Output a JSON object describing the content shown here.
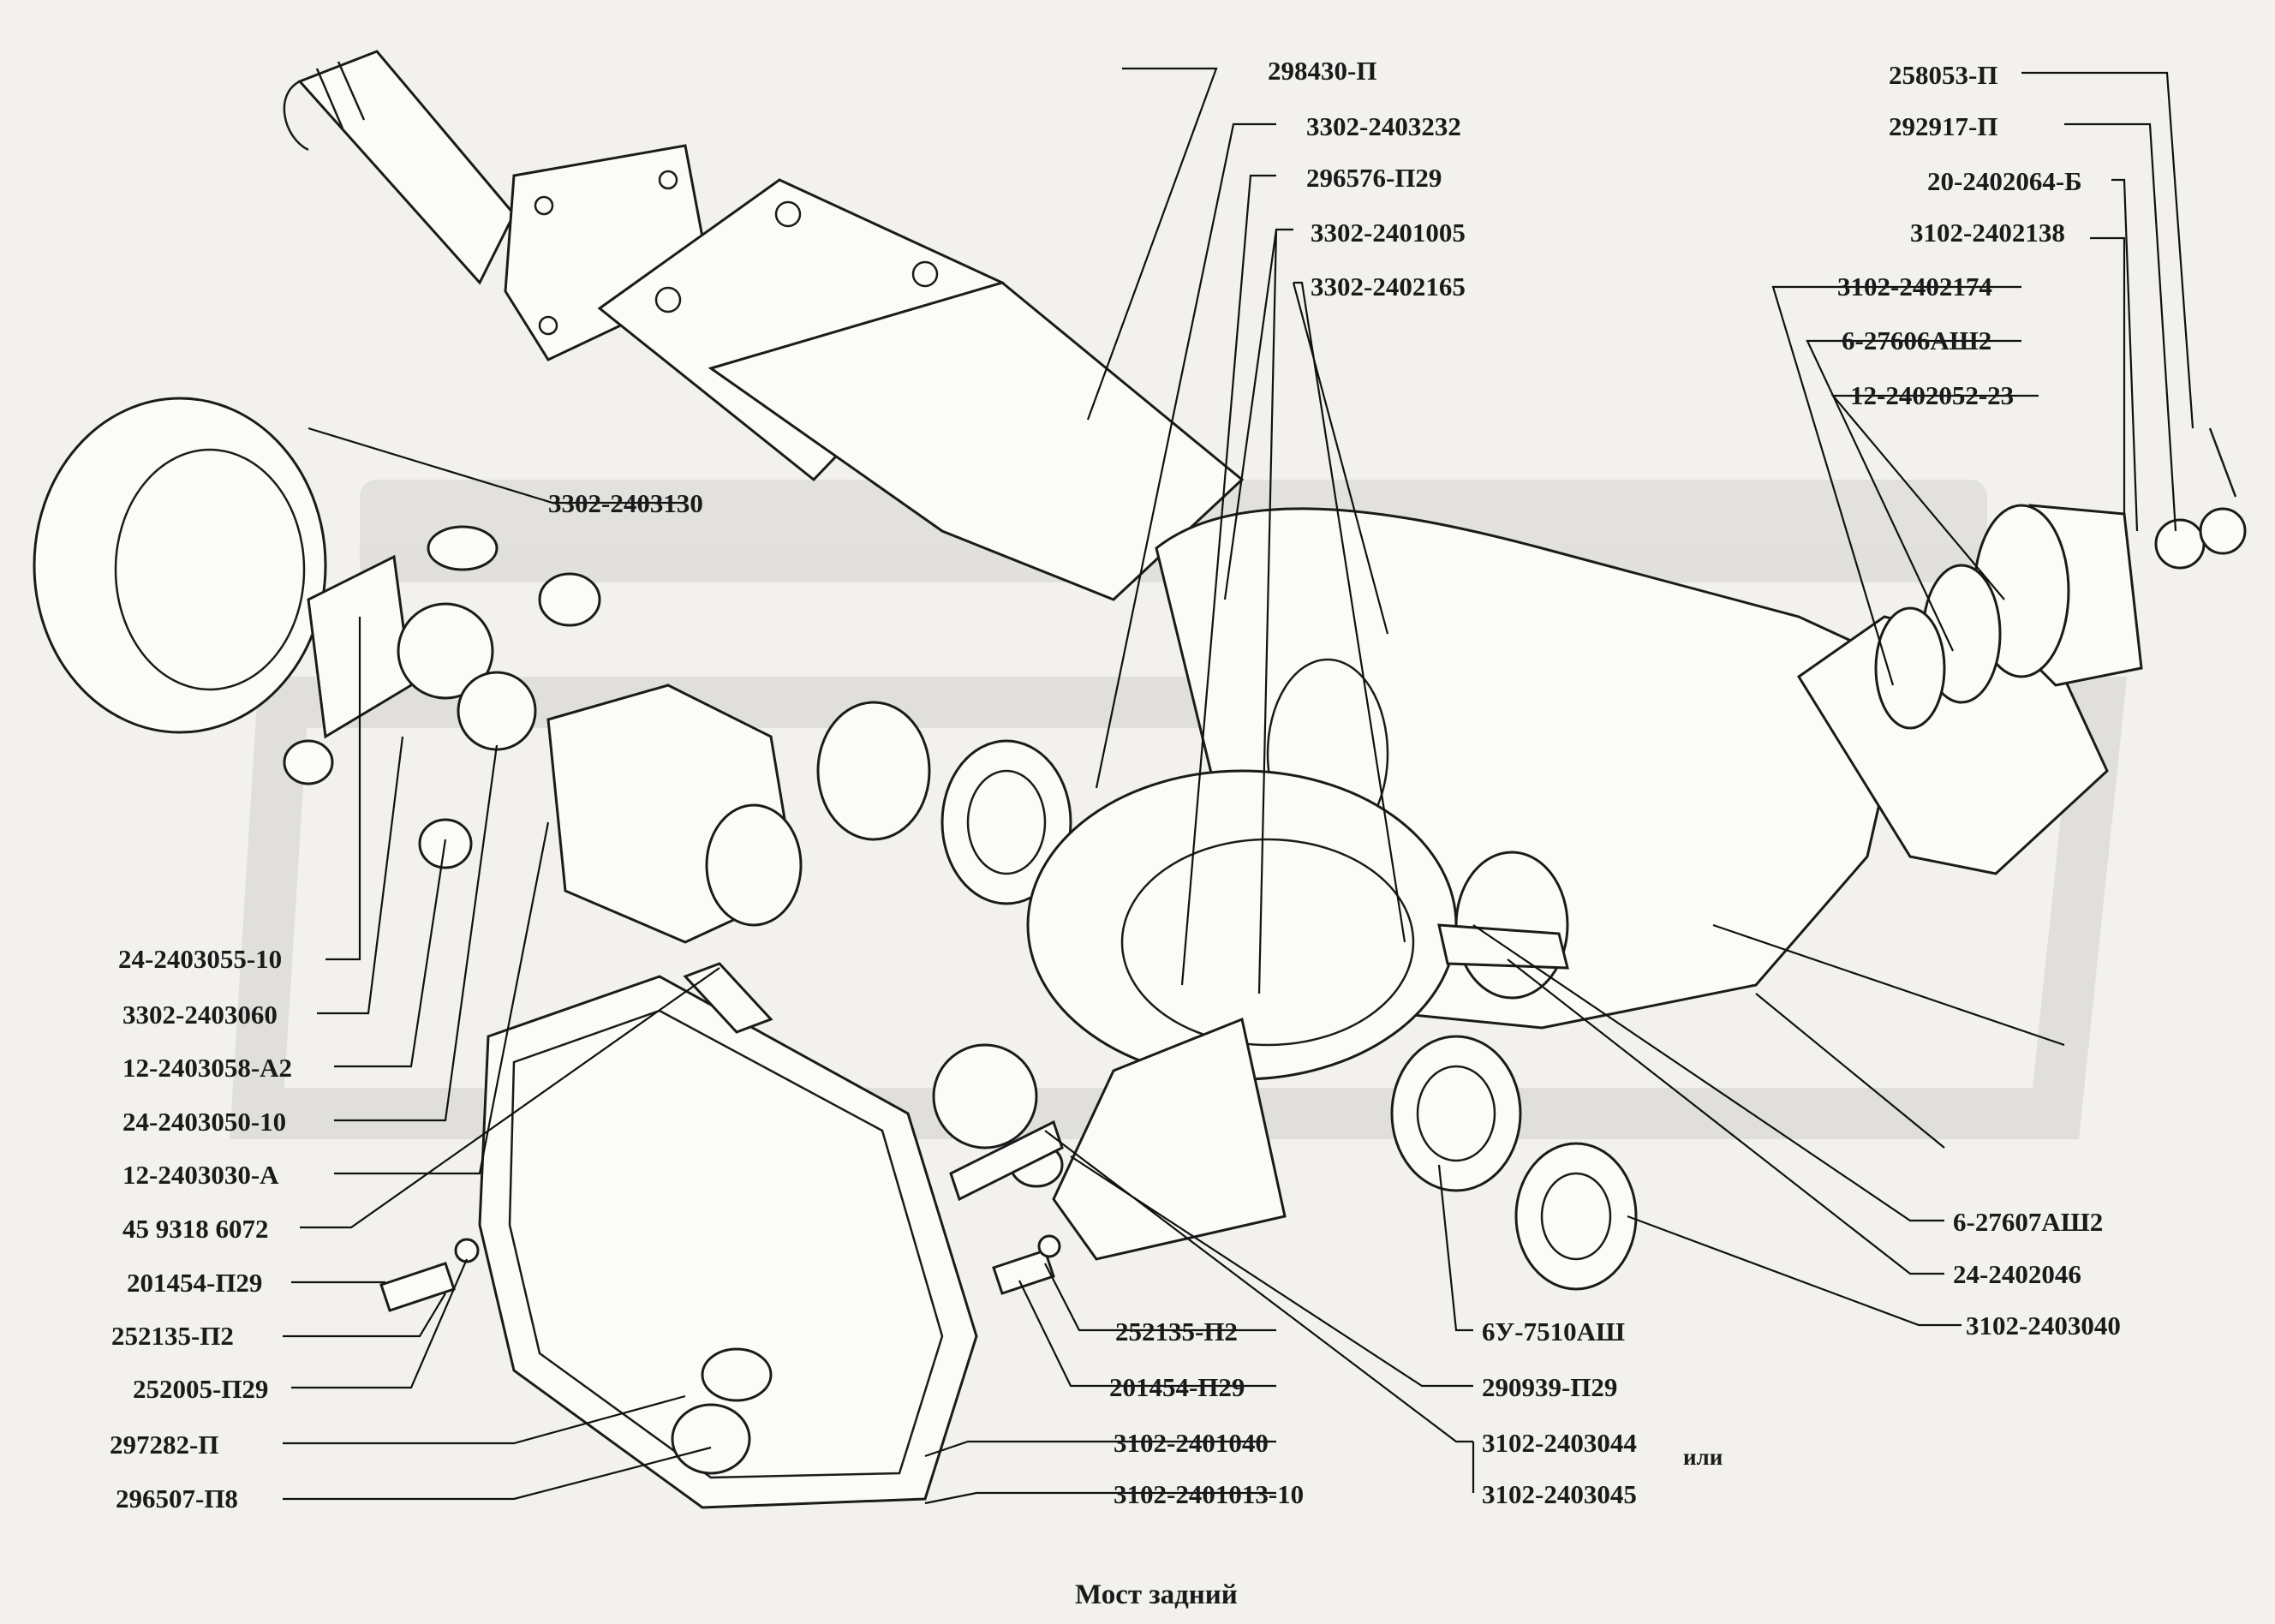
{
  "caption": "Мост задний",
  "callouts": [
    {
      "id": "298430-p",
      "text": "298430-П"
    },
    {
      "id": "3302-2403232",
      "text": "3302-2403232"
    },
    {
      "id": "296576-p29",
      "text": "296576-П29"
    },
    {
      "id": "3302-2401005",
      "text": "3302-2401005"
    },
    {
      "id": "3302-2402165",
      "text": "3302-2402165"
    },
    {
      "id": "258053-p",
      "text": "258053-П"
    },
    {
      "id": "292917-p",
      "text": "292917-П"
    },
    {
      "id": "20-2402064-b",
      "text": "20-2402064-Б"
    },
    {
      "id": "3102-2402138",
      "text": "3102-2402138"
    },
    {
      "id": "3102-2402174",
      "text": "3102-2402174"
    },
    {
      "id": "6-27606ash2",
      "text": "6-27606АШ2"
    },
    {
      "id": "12-2402052-23",
      "text": "12-2402052-23"
    },
    {
      "id": "3302-2403130",
      "text": "3302-2403130"
    },
    {
      "id": "24-2403055-10",
      "text": "24-2403055-10"
    },
    {
      "id": "3302-2403060",
      "text": "3302-2403060"
    },
    {
      "id": "12-2403058-a2",
      "text": "12-2403058-А2"
    },
    {
      "id": "24-2403050-10",
      "text": "24-2403050-10"
    },
    {
      "id": "12-2403030-a",
      "text": "12-2403030-А"
    },
    {
      "id": "45-9318-6072",
      "text": "45 9318 6072"
    },
    {
      "id": "201454-p29-left",
      "text": "201454-П29"
    },
    {
      "id": "252135-p2-left",
      "text": "252135-П2"
    },
    {
      "id": "252005-p29",
      "text": "252005-П29"
    },
    {
      "id": "297282-p",
      "text": "297282-П"
    },
    {
      "id": "296507-p8",
      "text": "296507-П8"
    },
    {
      "id": "252135-p2-mid",
      "text": "252135-П2"
    },
    {
      "id": "201454-p29-mid",
      "text": "201454-П29"
    },
    {
      "id": "3102-2401040",
      "text": "3102-2401040"
    },
    {
      "id": "3102-2401013-10",
      "text": "3102-2401013-10"
    },
    {
      "id": "6u-7510ash",
      "text": "6У-7510АШ"
    },
    {
      "id": "290939-p29",
      "text": "290939-П29"
    },
    {
      "id": "3102-2403044",
      "text": "3102-2403044"
    },
    {
      "id": "3102-2403045",
      "text": "3102-2403045"
    },
    {
      "id": "6-27607ash2",
      "text": "6-27607АШ2"
    },
    {
      "id": "24-2402046",
      "text": "24-2402046"
    },
    {
      "id": "3102-2403040",
      "text": "3102-2403040"
    }
  ],
  "alt_word": "или"
}
